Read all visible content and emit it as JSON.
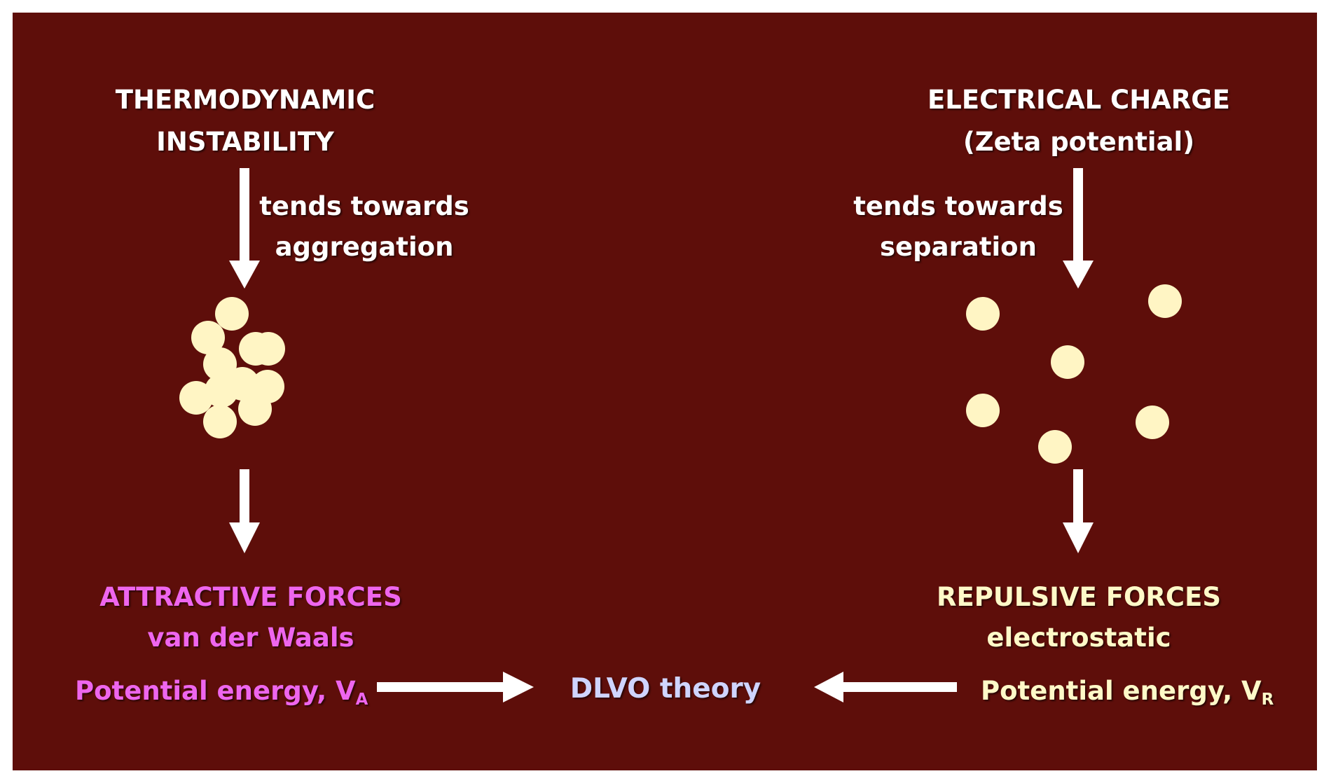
{
  "left": {
    "title_line1": "THERMODYNAMIC",
    "title_line2": "INSTABILITY",
    "tendency_line1": "tends towards",
    "tendency_line2": "aggregation",
    "force_title": "ATTRACTIVE FORCES",
    "force_subtitle": "van der Waals",
    "energy_label": "Potential energy, V",
    "energy_subscript": "A"
  },
  "right": {
    "title_line1": "ELECTRICAL CHARGE",
    "title_line2": "(Zeta potential)",
    "tendency_line1": "tends towards",
    "tendency_line2": "separation",
    "force_title": "REPULSIVE FORCES",
    "force_subtitle": "electrostatic",
    "energy_label": "Potential energy, V",
    "energy_subscript": "R"
  },
  "center": {
    "result_label": "DLVO theory"
  },
  "colors": {
    "background": "#5e0e0a",
    "particle": "#fff5c4",
    "arrow": "#ffffff",
    "attractive_text": "#ee66ee",
    "repulsive_text": "#fff9c8",
    "result_text": "#cfd4ff"
  }
}
